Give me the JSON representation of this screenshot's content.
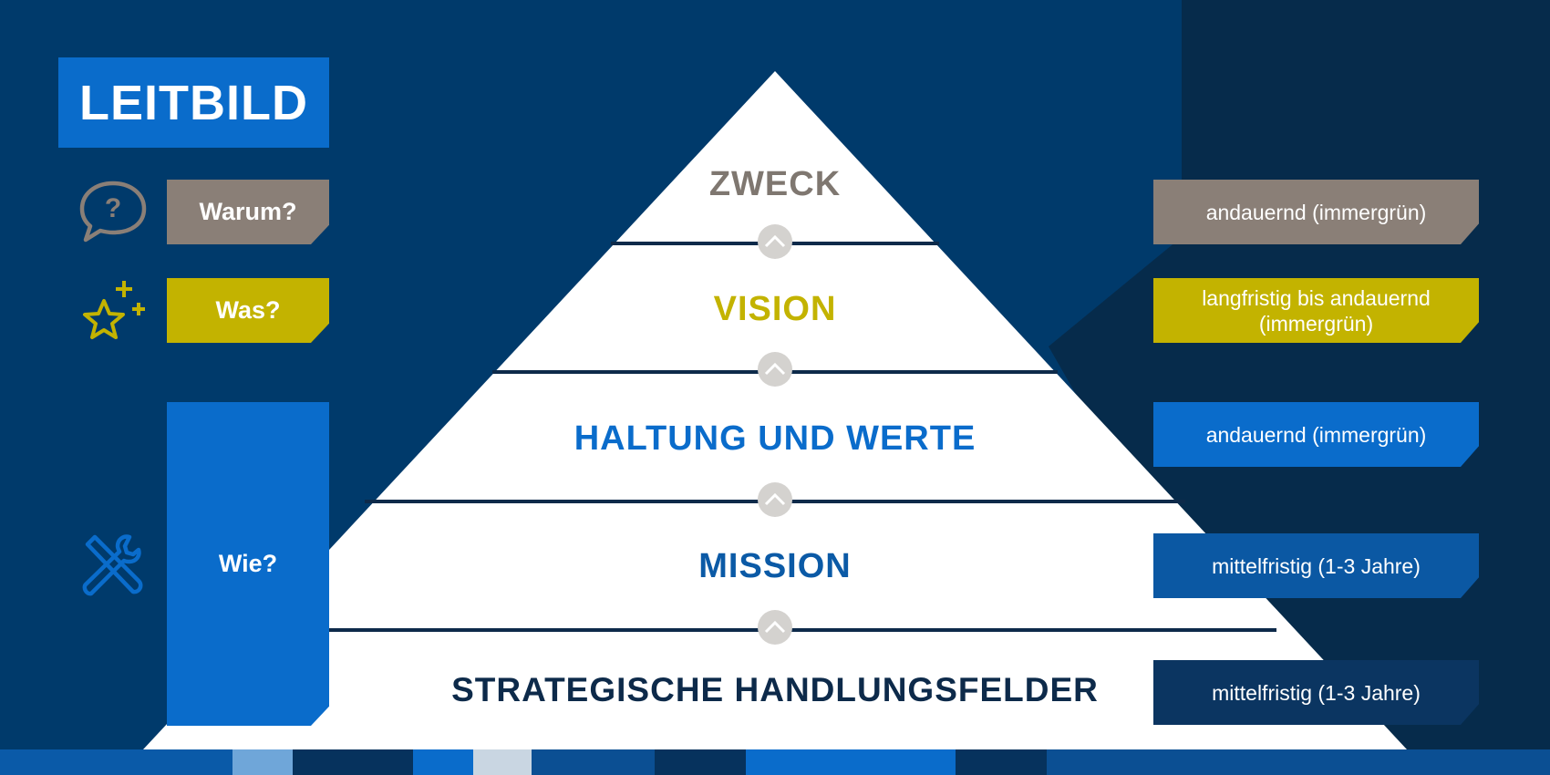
{
  "title": "LEITBILD",
  "questions": {
    "warum": "Warum?",
    "was": "Was?",
    "wie": "Wie?"
  },
  "levels": [
    {
      "label": "ZWECK",
      "color": "#7f7770"
    },
    {
      "label": "VISION",
      "color": "#c3b300"
    },
    {
      "label": "HALTUNG UND WERTE",
      "color": "#0a6ccb"
    },
    {
      "label": "MISSION",
      "color": "#0b5aa6"
    },
    {
      "label": "STRATEGISCHE HANDLUNGSFELDER",
      "color": "#0d2a4a"
    }
  ],
  "durations": [
    {
      "text": "andauernd (immergrün)",
      "color": "#8a7f77"
    },
    {
      "text": "langfristig bis andauernd (immergrün)",
      "color": "#c3b300"
    },
    {
      "text": "andauernd (immergrün)",
      "color": "#0a6ccb"
    },
    {
      "text": "mittelfristig  (1-3 Jahre)",
      "color": "#0b58a3"
    },
    {
      "text": "mittelfristig (1-3 Jahre)",
      "color": "#0b3561"
    }
  ],
  "colors": {
    "background": "#003a6b",
    "dark_panel": "#062b4b",
    "question_gray": "#8a7f77",
    "question_olive": "#c3b300",
    "question_blue": "#0a6ccb",
    "arrow_circle": "#d4d2cf",
    "divider": "#0d2a4a"
  },
  "icons": [
    "speech-bubble-question-icon",
    "stars-icon",
    "tools-icon",
    "chevron-up-icon"
  ]
}
